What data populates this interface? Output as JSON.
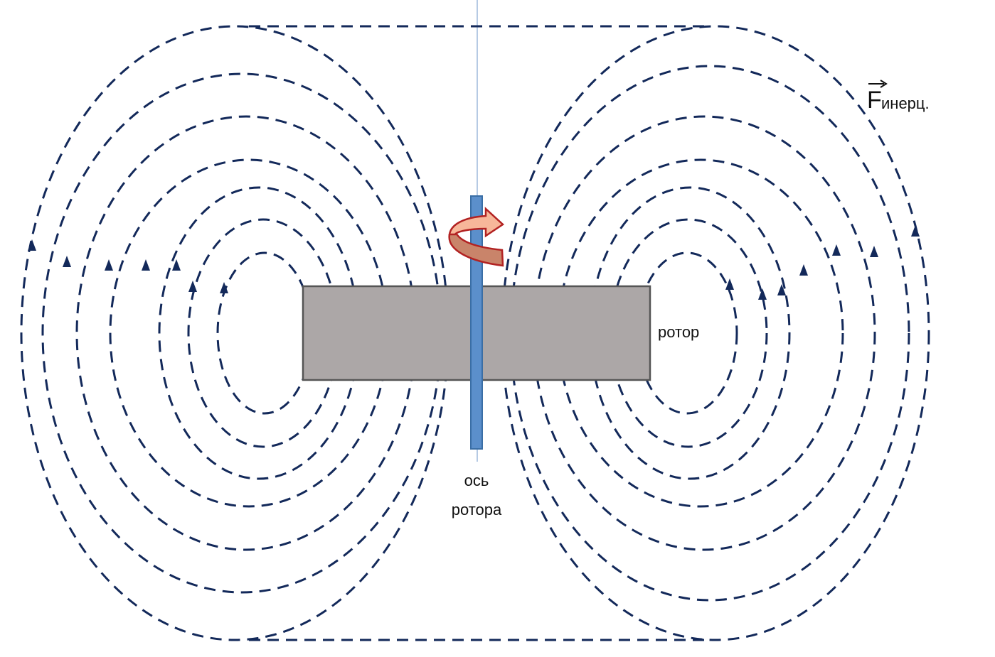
{
  "labels": {
    "rotor": "ротор",
    "axis_line1": "ось",
    "axis_line2": "ротора",
    "force_symbol": "F",
    "force_subscript": "инерц."
  },
  "colors": {
    "field_line": "#13295a",
    "rotor_fill": "#aca7a7",
    "rotor_stroke": "#555555",
    "axis_fill": "#5b8fcb",
    "axis_stroke": "#3a6ea5",
    "rotation_arrow_fill_light": "#f7b79a",
    "rotation_arrow_fill_dark": "#c9846a",
    "rotation_arrow_stroke": "#b22222"
  },
  "icons": {
    "rotation": "curved-rotation-arrow",
    "direction": "arrowhead-up"
  }
}
